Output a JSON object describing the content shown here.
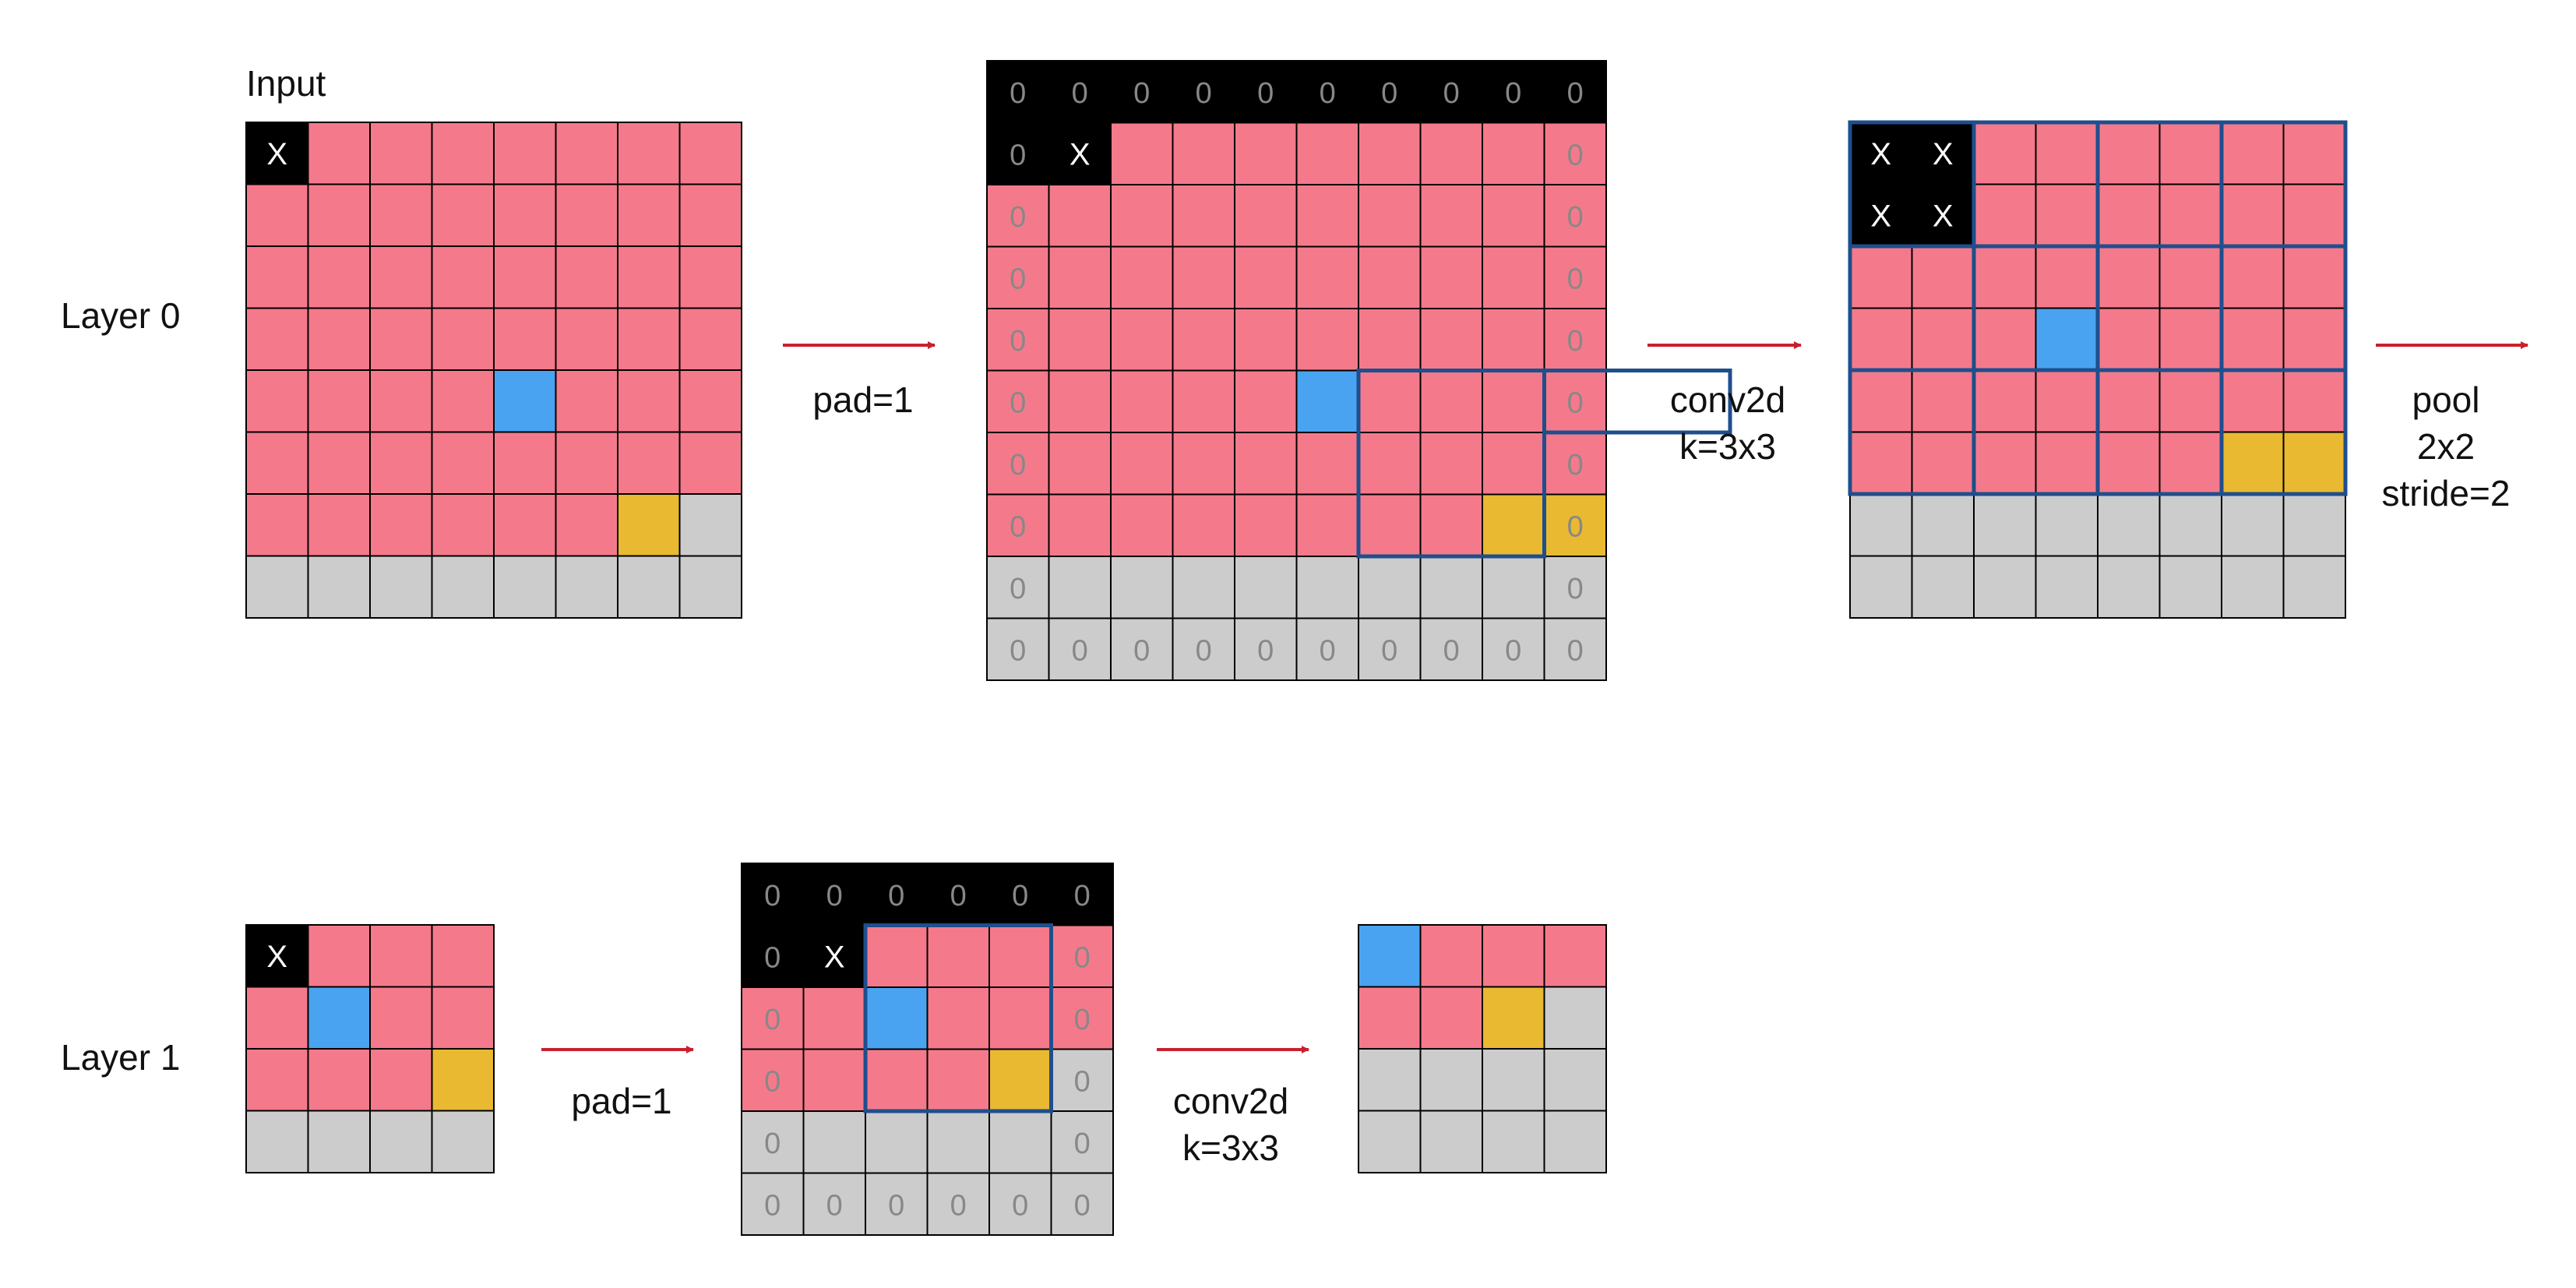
{
  "colors": {
    "pink": "#f47a8b",
    "gray": "#cccccc",
    "black": "#000000",
    "blue": "#4aa3f0",
    "yellow": "#e8b931",
    "window_outline": "#1f4e8c",
    "arrow": "#c8202e",
    "pad_zero_text": "#888888",
    "x_text": "#ffffff"
  },
  "labels": {
    "input_title": "Input",
    "layer0": "Layer 0",
    "layer1": "Layer 1",
    "pad_l0": "pad=1",
    "conv_l0_line1": "conv2d",
    "conv_l0_line2": "k=3x3",
    "pool_line1": "pool",
    "pool_line2": "2x2",
    "pool_line3": "stride=2",
    "pad_l1": "pad=1",
    "conv_l1_line1": "conv2d",
    "conv_l1_line2": "k=3x3"
  },
  "grids": [
    {
      "name": "layer0-input-grid",
      "rows": [
        "XPPPPPPP",
        "PPPPPPPP",
        "PPPPPPPP",
        "PPPPPPPP",
        "PPPPBPPP",
        "PPPPPPPP",
        "PPPPPPYG",
        "GGGGGGGG"
      ],
      "x_marks": [
        [
          0,
          0
        ]
      ],
      "zero_text": [],
      "windows": []
    },
    {
      "name": "layer0-padded-grid",
      "rows": [
        "KKKKKKKKKK",
        "KXPPPPPPPP",
        "PPPPPPPPPP",
        "PPPPPPPPPP",
        "PPPPPPPPPP",
        "PPPPPBPPPP",
        "PPPPPPPPPP",
        "PPPPPPPPYY",
        "GGGGGGGGGG",
        "GGGGGGGGGG"
      ],
      "x_marks": [
        [
          1,
          1
        ]
      ],
      "zero_text": "border",
      "windows": [
        [
          5,
          6,
          3,
          3
        ],
        [
          5,
          9,
          1,
          3
        ]
      ]
    },
    {
      "name": "layer0-conv-output-grid",
      "rows": [
        "XXPPPPPP",
        "XXPPPPPP",
        "PPPPPPPP",
        "PPPBPPPP",
        "PPPPPPPP",
        "PPPPPPYY",
        "GGGGGGGG",
        "GGGGGGGG"
      ],
      "x_marks": [
        [
          0,
          0
        ],
        [
          0,
          1
        ],
        [
          1,
          0
        ],
        [
          1,
          1
        ]
      ],
      "zero_text": [],
      "windows": "pool6x8"
    },
    {
      "name": "layer1-input-grid",
      "rows": [
        "XPPP",
        "PBPP",
        "PPPY",
        "GGGG"
      ],
      "x_marks": [
        [
          0,
          0
        ]
      ],
      "zero_text": [],
      "windows": []
    },
    {
      "name": "layer1-padded-grid",
      "rows": [
        "KKKKKK",
        "KXPPPP",
        "PPBPPP",
        "PPPPYG",
        "GGGGGG",
        "GGGGGG"
      ],
      "x_marks": [
        [
          1,
          1
        ]
      ],
      "zero_text": "border",
      "windows": [
        [
          1,
          2,
          3,
          3
        ]
      ]
    },
    {
      "name": "layer1-conv-output-grid",
      "rows": [
        "BPPP",
        "PPYG",
        "GGGG",
        "GGGG"
      ],
      "x_marks": [],
      "zero_text": [],
      "windows": []
    }
  ]
}
